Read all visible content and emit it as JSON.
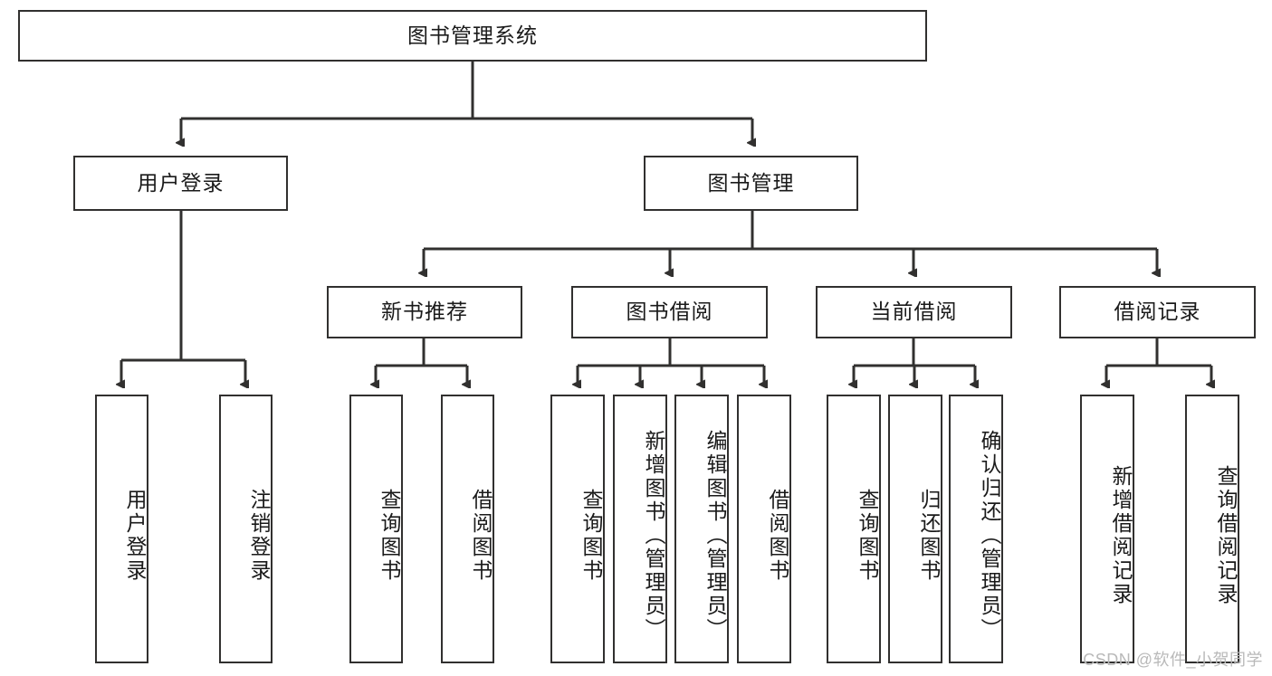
{
  "diagram": {
    "type": "tree-hierarchy",
    "title": "图书管理系统",
    "orientation": "top-down",
    "edge_style": "orthogonal-with-arrowheads",
    "colors": {
      "box_border": "#31302f",
      "box_fill": "#ffffff",
      "line": "#31302f",
      "text": "#1a1a1a",
      "watermark": "#b9b9b9",
      "background": "#ffffff"
    },
    "levels": [
      {
        "level": 1,
        "nodes": [
          {
            "id": "root",
            "label": "图书管理系统",
            "orientation": "horizontal"
          }
        ]
      },
      {
        "level": 2,
        "nodes": [
          {
            "id": "user-login",
            "label": "用户登录",
            "orientation": "horizontal",
            "parent": "root"
          },
          {
            "id": "book-manage",
            "label": "图书管理",
            "orientation": "horizontal",
            "parent": "root"
          }
        ]
      },
      {
        "level": 3,
        "nodes": [
          {
            "id": "new-book-rec",
            "label": "新书推荐",
            "orientation": "horizontal",
            "parent": "book-manage"
          },
          {
            "id": "book-borrow",
            "label": "图书借阅",
            "orientation": "horizontal",
            "parent": "book-manage"
          },
          {
            "id": "current-borrow",
            "label": "当前借阅",
            "orientation": "horizontal",
            "parent": "book-manage"
          },
          {
            "id": "borrow-record",
            "label": "借阅记录",
            "orientation": "horizontal",
            "parent": "book-manage"
          }
        ]
      },
      {
        "level": 4,
        "nodes": [
          {
            "id": "leaf-user-login",
            "label": "用户登录",
            "orientation": "vertical",
            "parent": "user-login"
          },
          {
            "id": "leaf-logout",
            "label": "注销登录",
            "orientation": "vertical",
            "parent": "user-login"
          },
          {
            "id": "leaf-query-book-1",
            "label": "查询图书",
            "orientation": "vertical",
            "parent": "new-book-rec"
          },
          {
            "id": "leaf-borrow-book-1",
            "label": "借阅图书",
            "orientation": "vertical",
            "parent": "new-book-rec"
          },
          {
            "id": "leaf-query-book-2",
            "label": "查询图书",
            "orientation": "vertical",
            "parent": "book-borrow"
          },
          {
            "id": "leaf-add-book",
            "label": "新增图书（管理员）",
            "orientation": "vertical",
            "parent": "book-borrow"
          },
          {
            "id": "leaf-edit-book",
            "label": "编辑图书（管理员）",
            "orientation": "vertical",
            "parent": "book-borrow"
          },
          {
            "id": "leaf-borrow-book-2",
            "label": "借阅图书",
            "orientation": "vertical",
            "parent": "book-borrow"
          },
          {
            "id": "leaf-query-book-3",
            "label": "查询图书",
            "orientation": "vertical",
            "parent": "current-borrow"
          },
          {
            "id": "leaf-return-book",
            "label": "归还图书",
            "orientation": "vertical",
            "parent": "current-borrow"
          },
          {
            "id": "leaf-confirm-return",
            "label": "确认归还（管理员）",
            "orientation": "vertical",
            "parent": "current-borrow"
          },
          {
            "id": "leaf-add-record",
            "label": "新增借阅记录",
            "orientation": "vertical",
            "parent": "borrow-record"
          },
          {
            "id": "leaf-query-record",
            "label": "查询借阅记录",
            "orientation": "vertical",
            "parent": "borrow-record"
          }
        ]
      }
    ]
  },
  "watermark": {
    "text": "CSDN @软件_小贺同学"
  }
}
